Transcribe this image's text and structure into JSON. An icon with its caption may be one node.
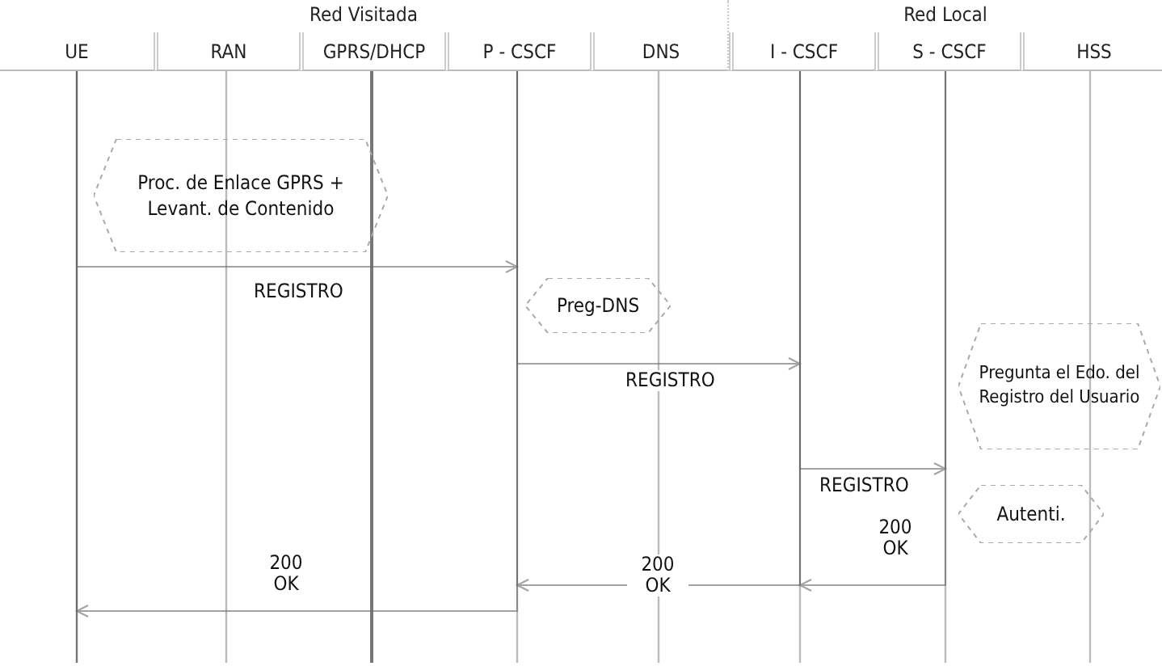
{
  "diagram": {
    "nodes": [
      {
        "text": [
          "Red Visitada"
        ]
      },
      {
        "text": [
          "Red Local"
        ]
      },
      {
        "text": [
          "UE"
        ],
        "in": 0
      },
      {
        "text": [
          "RAN"
        ],
        "in": 0
      },
      {
        "text": [
          "GPRS/DHCP"
        ],
        "in": 0
      },
      {
        "text": [
          "P - CSCF"
        ],
        "in": 0
      },
      {
        "text": [
          "DNS"
        ],
        "in": 0
      },
      {
        "text": [
          "I - CSCF"
        ],
        "in": 1
      },
      {
        "text": [
          "S - CSCF"
        ],
        "in": 1
      },
      {
        "text": [
          "HSS"
        ],
        "in": 1
      },
      {
        "text": [
          "Proc. de Enlace GPRS + Levant. de Contenido"
        ]
      },
      {
        "text": [
          "Preg-DNS"
        ]
      },
      {
        "text": [
          "Pregunta el Edo. del Registro del Usuario"
        ]
      },
      {
        "text": [
          "Autenti."
        ]
      }
    ],
    "edges": [
      {
        "from": 2,
        "to": 5,
        "arrow": "to",
        "label": "REGISTRO"
      },
      {
        "from": 5,
        "to": 7,
        "arrow": "to",
        "label": "REGISTRO"
      },
      {
        "from": 7,
        "to": 8,
        "arrow": "to",
        "label": "REGISTRO"
      },
      {
        "from": 8,
        "to": 7,
        "arrow": "to",
        "label": "200 OK"
      },
      {
        "from": 7,
        "to": 5,
        "arrow": "to",
        "label": "200 OK"
      },
      {
        "from": 5,
        "to": 2,
        "arrow": "to",
        "label": "200 OK"
      }
    ]
  }
}
